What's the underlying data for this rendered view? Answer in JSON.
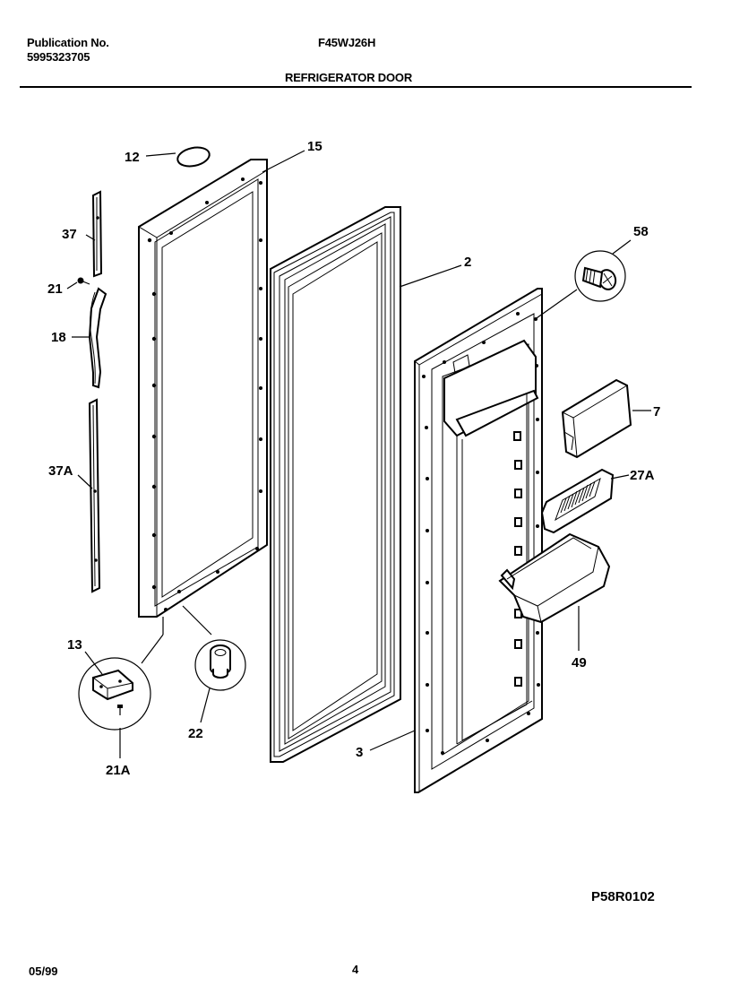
{
  "header": {
    "publication_label": "Publication No.",
    "publication_number": "5995323705",
    "model": "F45WJ26H",
    "section_title": "REFRIGERATOR DOOR"
  },
  "callouts": {
    "c12": "12",
    "c15": "15",
    "c37": "37",
    "c21": "21",
    "c18": "18",
    "c37A": "37A",
    "c13": "13",
    "c21A": "21A",
    "c22": "22",
    "c2": "2",
    "c58": "58",
    "c7": "7",
    "c27A": "27A",
    "c49": "49",
    "c3": "3"
  },
  "footer": {
    "drawing_code": "P58R0102",
    "date": "05/99",
    "page": "4"
  }
}
